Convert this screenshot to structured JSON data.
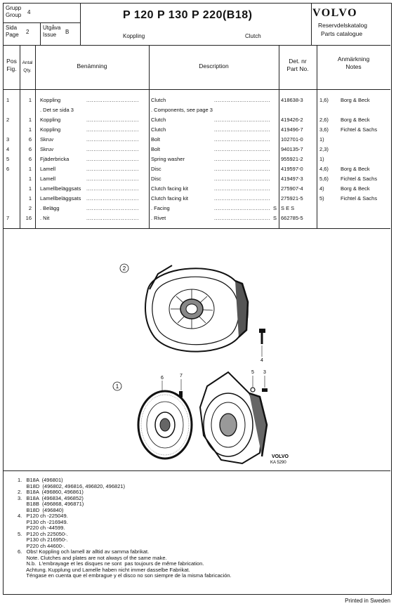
{
  "header": {
    "grupp_label": "Grupp",
    "group_label": "Group",
    "group_value": "4",
    "sida_label": "Sida",
    "page_label": "Page",
    "page_value": "2",
    "utgava_label": "Utgåva",
    "issue_label": "Issue",
    "issue_value": "B",
    "title": "P 120   P 130   P 220(B18)",
    "subtitle_sv": "Koppling",
    "subtitle_en": "Clutch",
    "brand": "VOLVO",
    "catalog_sv": "Reservdelskatalog",
    "catalog_en": "Parts catalogue"
  },
  "columns": {
    "pos": "Pos\nFig.",
    "qty": "Antal\nQty.",
    "name_sv": "Benämning",
    "desc": "Description",
    "part": "Det. nr\nPart No.",
    "notes": "Anmärkning\nNotes"
  },
  "rows": [
    {
      "pos": "1",
      "qty": "1",
      "sv": "Koppling",
      "en": "Clutch",
      "part": "418638-3",
      "note": "1,6)",
      "maker": "Borg & Beck"
    },
    {
      "pos": "",
      "qty": "",
      "sv": ". Det se sida 3",
      "en": ". Components, see page 3",
      "part": "",
      "note": "",
      "maker": ""
    },
    {
      "pos": "2",
      "qty": "1",
      "sv": "Koppling",
      "en": "Clutch",
      "part": "419426-2",
      "note": "2,6)",
      "maker": "Borg & Beck"
    },
    {
      "pos": "",
      "qty": "1",
      "sv": "Koppling",
      "en": "Clutch",
      "part": "419496-7",
      "note": "3,6)",
      "maker": "Fichtel & Sachs"
    },
    {
      "pos": "3",
      "qty": "6",
      "sv": "Skruv",
      "en": "Bolt",
      "part": "102701-0",
      "note": "1)",
      "maker": ""
    },
    {
      "pos": "4",
      "qty": "6",
      "sv": "Skruv",
      "en": "Bolt",
      "part": "940135-7",
      "note": "2,3)",
      "maker": ""
    },
    {
      "pos": "5",
      "qty": "6",
      "sv": "Fjäderbricka",
      "en": "Spring washer",
      "part": "955921-2",
      "note": "1)",
      "maker": ""
    },
    {
      "pos": "6",
      "qty": "1",
      "sv": "Lamell",
      "en": "Disc",
      "part": "419597-0",
      "note": "4,6)",
      "maker": "Borg & Beck"
    },
    {
      "pos": "",
      "qty": "1",
      "sv": "Lamell",
      "en": "Disc",
      "part": "419497-3",
      "note": "5,6)",
      "maker": "Fichtel & Sachs"
    },
    {
      "pos": "",
      "qty": "1",
      "sv": "Lamellbeläggsats",
      "en": "Clutch facing kit",
      "part": "275907-4",
      "note": "4)",
      "maker": "Borg & Beck"
    },
    {
      "pos": "",
      "qty": "1",
      "sv": "Lamellbeläggsats",
      "en": "Clutch facing kit",
      "part": "275921-5",
      "note": "5)",
      "maker": "Fichtel & Sachs"
    },
    {
      "pos": "",
      "qty": "2",
      "sv": ". Belägg",
      "en": ". Facing",
      "part": "S E S",
      "note": "",
      "maker": "",
      "s": "S"
    },
    {
      "pos": "7",
      "qty": "16",
      "sv": ". Nit",
      "en": ". Rivet",
      "part": "662785-5",
      "note": "",
      "maker": "",
      "s": "S"
    }
  ],
  "illustration": {
    "callout_2": "2",
    "callout_1": "1",
    "label_4": "4",
    "label_5": "5",
    "label_3": "3",
    "label_6": "6",
    "label_7": "7",
    "stamp_brand": "VOLVO",
    "stamp_code": "KA 5290"
  },
  "notes": [
    "1.   B18A  (496801)",
    "      B18D  (496802, 496816, 496820, 496821)",
    "2.   B18A  (496860, 496861)",
    "3.   B18A  (496834, 496852)",
    "      B18B  (496868, 496871)",
    "      B18D  (496840)",
    "4.   P120 ch -225049.",
    "      P130 ch -216949.",
    "      P220 ch -44599.",
    "5.   P120 ch 225050-.",
    "      P130 ch 216950-.",
    "      P220 ch 44600-.",
    "6.   Obs! Koppling och lamell är alltid av samma fabrikat.",
    "      Note. Clutches and plates are not always of the same make.",
    "      N.b.  L'embrayage et les disques ne sont  pas toujours de même fabrication.",
    "      Achtung. Kupplung und Lamelle haben nicht immer dasselbe Fabrikat.",
    "      Téngase en cuenta que el embrague y el disco no son siempre de la misma fabricación."
  ],
  "footer": "Printed in Sweden"
}
